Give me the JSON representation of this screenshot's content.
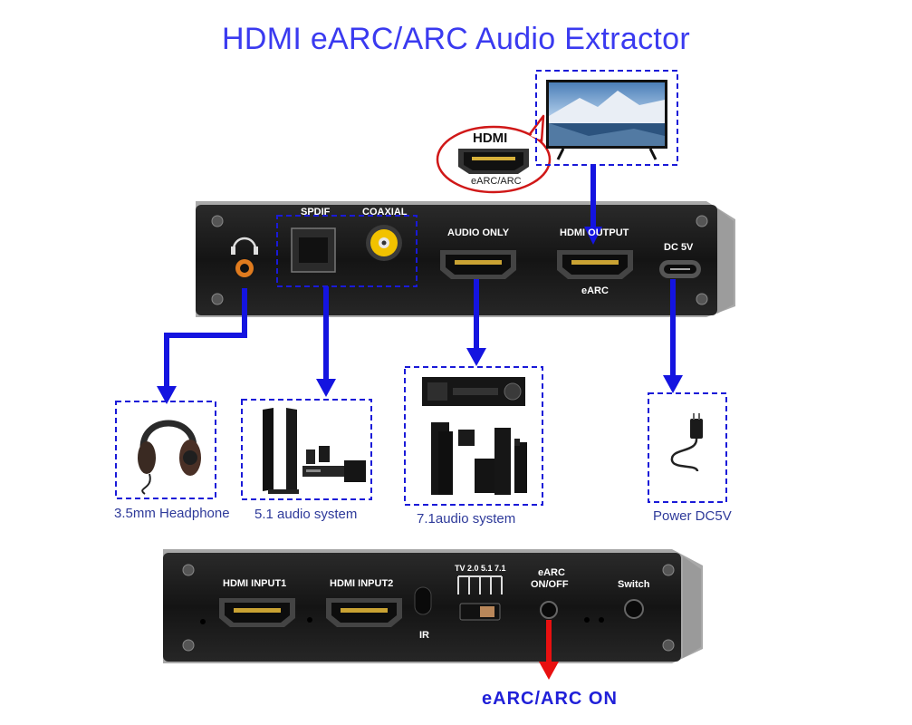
{
  "title": "HDMI eARC/ARC Audio Extractor",
  "callout": {
    "top": "HDMI",
    "bottom": "eARC/ARC"
  },
  "front_panel": {
    "spdif": "SPDIF",
    "coaxial": "COAXIAL",
    "audio_only": "AUDIO ONLY",
    "hdmi_output": "HDMI OUTPUT",
    "earc": "eARC",
    "dc": "DC 5V"
  },
  "devices": {
    "headphone": "3.5mm Headphone",
    "system51": "5.1  audio  system",
    "system71": "7.1audio  system",
    "power": "Power  DC5V"
  },
  "rear_panel": {
    "input1": "HDMI INPUT1",
    "input2": "HDMI INPUT2",
    "ir": "IR",
    "dip_labels": "TV  2.0 5.1  7.1",
    "earc_line1": "eARC",
    "earc_line2": "ON/OFF",
    "switch": "Switch"
  },
  "bottom_note": "eARC/ARC  ON",
  "colors": {
    "title": "#3a3af0",
    "arrow": "#1414e0",
    "red_arrow": "#e81010",
    "device_body": "#1c1c1c"
  }
}
